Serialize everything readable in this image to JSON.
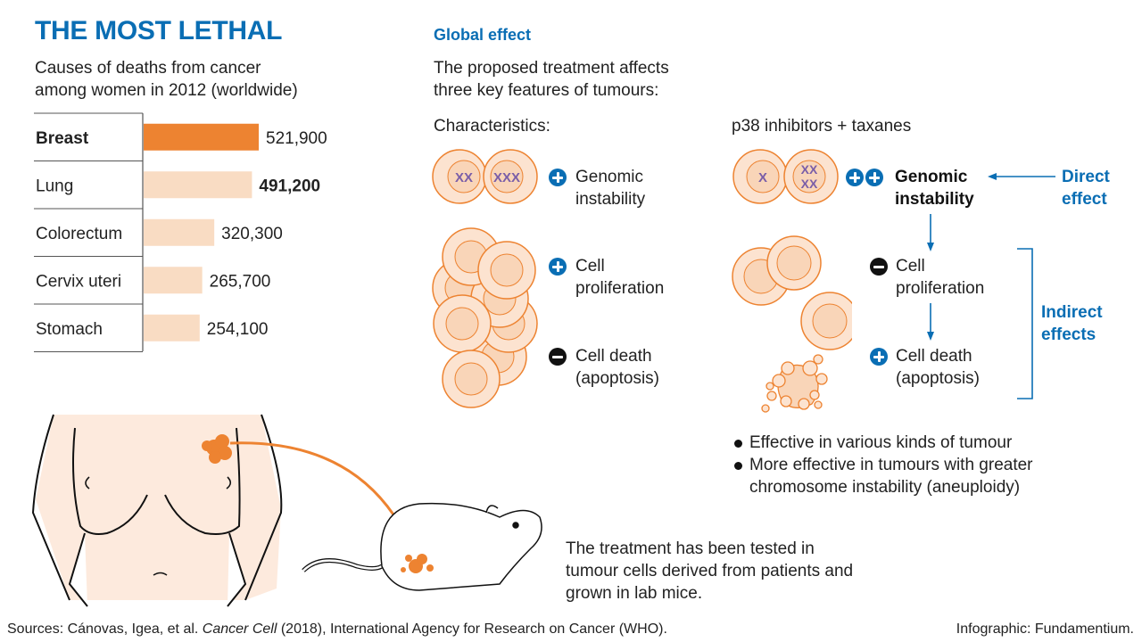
{
  "header": {
    "title": "THE MOST LETHAL",
    "subtitle_line1": "Causes of deaths from cancer",
    "subtitle_line2": "among women in 2012 (worldwide)"
  },
  "chart_data": {
    "type": "bar",
    "orientation": "horizontal",
    "title": "Causes of deaths from cancer among women in 2012 (worldwide)",
    "categories": [
      "Breast",
      "Lung",
      "Colorectum",
      "Cervix uteri",
      "Stomach"
    ],
    "values": [
      521900,
      491200,
      320300,
      265700,
      254100
    ],
    "value_labels": [
      "521,900",
      "491,200",
      "320,300",
      "265,700",
      "254,100"
    ],
    "highlight_category": "Breast",
    "bold_value_index": 1,
    "colors": {
      "highlight": "#ed8331",
      "default": "#f9dcc3"
    },
    "xlabel": "",
    "ylabel": "",
    "grid": false,
    "legend": "none"
  },
  "global_effect": {
    "title": "Global effect",
    "intro_line1": "The proposed treatment affects",
    "intro_line2": "three key features of tumours:",
    "characteristics": {
      "heading": "Characteristics:",
      "items": [
        {
          "sign": "plus",
          "line1": "Genomic",
          "line2": "instability"
        },
        {
          "sign": "plus",
          "line1": "Cell",
          "line2": "proliferation"
        },
        {
          "sign": "minus",
          "line1": "Cell death",
          "line2": "(apoptosis)"
        }
      ],
      "chromosome_left": "XX",
      "chromosome_right": "XXX"
    },
    "treatment": {
      "heading": "p38 inhibitors + taxanes",
      "items": [
        {
          "sign": "plus-plus",
          "line1": "Genomic",
          "line2": "instability"
        },
        {
          "sign": "minus",
          "line1": "Cell",
          "line2": "proliferation"
        },
        {
          "sign": "plus",
          "line1": "Cell death",
          "line2": "(apoptosis)"
        }
      ],
      "chromosome_left": "X",
      "chromosome_right_top": "XX",
      "chromosome_right_bottom": "XX",
      "direct_effect_line1": "Direct",
      "direct_effect_line2": "effect",
      "indirect_effects_line1": "Indirect",
      "indirect_effects_line2": "effects"
    },
    "bullets": [
      "Effective in various kinds of tumour",
      "More effective in tumours with greater",
      "chromosome instability (aneuploidy)"
    ]
  },
  "mice": {
    "line1": "The treatment has been tested in",
    "line2": "tumour cells derived from patients and",
    "line3": "grown in lab mice."
  },
  "footer": {
    "sources_prefix": "Sources: Cánovas, Igea, et al. ",
    "sources_journal": "Cancer Cell",
    "sources_suffix": " (2018), International Agency for Research on Cancer (WHO).",
    "credit": "Infographic: Fundamentium."
  },
  "colors": {
    "accent_blue": "#0a6eb4",
    "orange": "#ed8331",
    "light_orange": "#f9dcc3",
    "skin": "#fdeadd",
    "chromosome_purple": "#7a5ea8"
  }
}
